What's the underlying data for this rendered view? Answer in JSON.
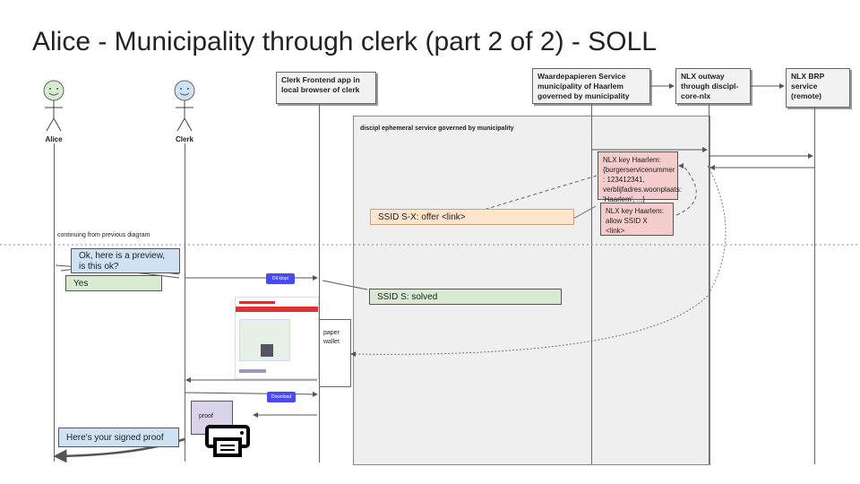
{
  "title": "Alice - Municipality through clerk (part 2 of 2) - SOLL",
  "actors": {
    "alice": "Alice",
    "clerk": "Clerk"
  },
  "headers": {
    "frontend": "Clerk Frontend app in local browser of clerk",
    "waardepapieren": "Waardepapieren Service municipality of Haarlem governed by municipality",
    "nlx_outway": "NLX outway through discipl-core-nlx",
    "nlx_brp": "NLX BRP service (remote)"
  },
  "ephemeral_label": "discipl ephemeral service governed by municipality",
  "continuing": "continuing from previous diagram",
  "notes": {
    "nlx_key_brp": "NLX key Haarlem: {burgerservicenummer : 123412341, verblijfadres.woonplaats: 'Haarlem', ...}",
    "nlx_key_allow": "NLX key Haarlem: allow SSID X <link>",
    "ssid_offer": "SSID S-X: offer <link>",
    "ssid_solved": "SSID S:  solved",
    "preview": "Ok, here is a preview, is this ok?",
    "yes": "Yes",
    "signed_proof": "Here's your signed proof",
    "paper_wallet": "paper wallet",
    "proof": "proof"
  },
  "buttons": {
    "dit_klopt": "Dit klopt",
    "download": "Download"
  },
  "colors": {
    "pink_note": "#f4cccc",
    "orange_note": "#fce5cd",
    "green_note": "#d9ead3",
    "blue_note": "#cfe2f3",
    "button": "#4a4af0"
  }
}
